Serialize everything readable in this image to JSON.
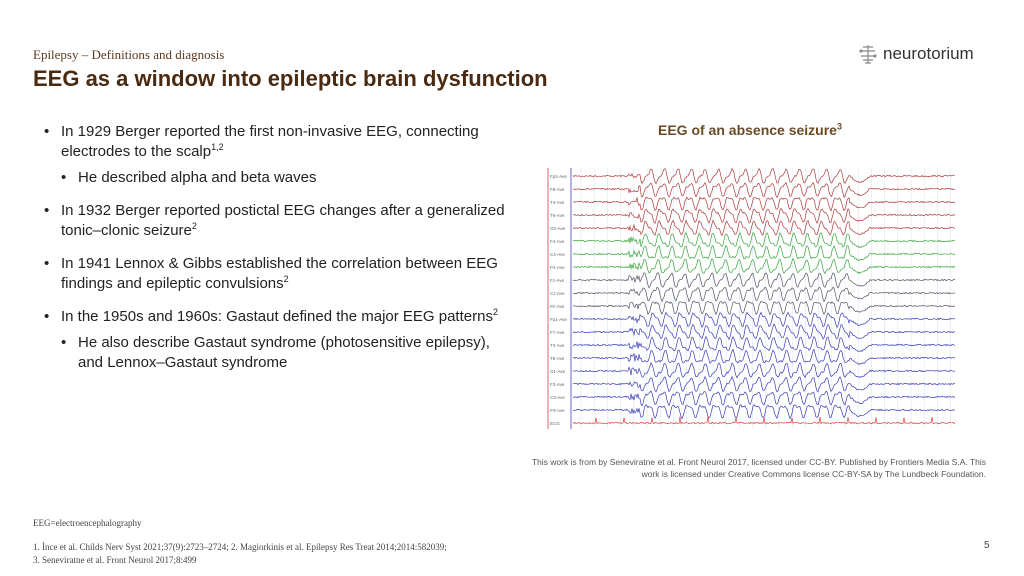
{
  "header": {
    "subtitle": "Epilepsy – Definitions and diagnosis",
    "title": "EEG as a window into epileptic brain dysfunction",
    "logo_text": "neurotorium"
  },
  "bullets": [
    {
      "text": "In 1929 Berger reported the first non-invasive EEG, connecting electrodes to the scalp",
      "sup": "1,2",
      "level": 1
    },
    {
      "text": "He described alpha and beta waves",
      "sup": "",
      "level": 2
    },
    {
      "text": "In 1932 Berger reported postictal EEG changes after a generalized tonic–clonic seizure",
      "sup": "2",
      "level": 1
    },
    {
      "text": "In 1941 Lennox & Gibbs established the correlation between EEG findings and epileptic convulsions",
      "sup": "2",
      "level": 1
    },
    {
      "text": "In the 1950s and 1960s: Gastaut defined the major EEG patterns",
      "sup": "2",
      "level": 1
    },
    {
      "text": "He also describe Gastaut syndrome (photosensitive epilepsy), and Lennox–Gastaut syndrome",
      "sup": "",
      "level": 2
    }
  ],
  "figure": {
    "title": "EEG of an absence seizure",
    "title_sup": "3",
    "channels": [
      "Fp2-Ave",
      "F8-Ave",
      "T4-Ave",
      "T6-Ave",
      "O2-Ave",
      "F4-Ave",
      "C4-Ave",
      "P4-Ave",
      "Fz-Ave",
      "Cz-Ave",
      "Pz-Ave",
      "Fp1-Ave",
      "F7-Ave",
      "T3-Ave",
      "T5-Ave",
      "O1-Ave",
      "F3-Ave",
      "C3-Ave",
      "P3-Ave",
      "ECG"
    ],
    "channel_colors": {
      "right_temporal": "#b03a3a",
      "right_central": "#3aa53a",
      "midline": "#555566",
      "left": "#3a3ab8",
      "ecg": "#e04040"
    },
    "credit": "This work is from by Seneviratne et al. Front Neurol 2017, licensed under CC-BY. Published by Frontiers Media S.A. This work is licensed under Creative Commons license CC-BY-SA by The Lundbeck Foundation."
  },
  "footer": {
    "abbreviation": "EEG=electroencephalography",
    "references": [
      "1. İnce et al. Childs Nerv Syst 2021;37(9):2723–2724; 2. Magiorkinis et al. Epilepsy Res Treat 2014;2014:582039;",
      "3. Seneviratne et al. Front Neurol 2017;8:499"
    ],
    "page_number": "5"
  }
}
